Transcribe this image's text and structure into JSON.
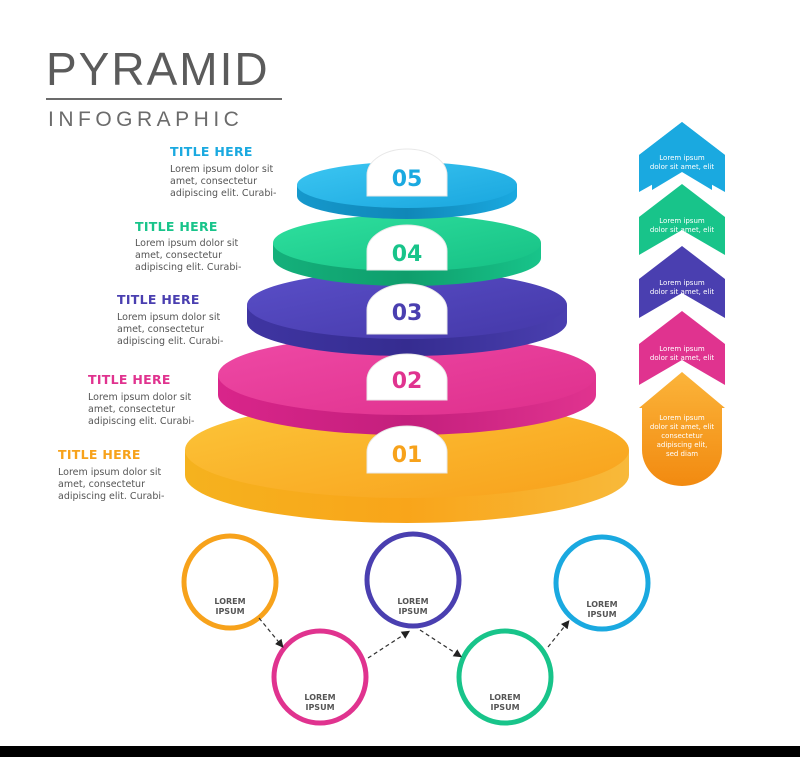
{
  "header": {
    "title": "PYRAMID",
    "subtitle": "INFOGRAPHIC"
  },
  "levels": [
    {
      "number": "05",
      "title": "TITLE HERE",
      "body_lines": [
        "Lorem ipsum dolor sit",
        "amet, consectetur",
        "adipiscing elit. Curabi-"
      ],
      "color": "#1aa9e0"
    },
    {
      "number": "04",
      "title": "TITLE HERE",
      "body_lines": [
        "Lorem ipsum dolor sit",
        "amet, consectetur",
        "adipiscing elit. Curabi-"
      ],
      "color": "#18c48a"
    },
    {
      "number": "03",
      "title": "TITLE HERE",
      "body_lines": [
        "Lorem ipsum dolor sit",
        "amet, consectetur",
        "adipiscing elit. Curabi-"
      ],
      "color": "#4a3fb0"
    },
    {
      "number": "02",
      "title": "TITLE HERE",
      "body_lines": [
        "Lorem ipsum dolor sit",
        "amet, consectetur",
        "adipiscing elit. Curabi-"
      ],
      "color": "#e0338f"
    },
    {
      "number": "01",
      "title": "TITLE HERE",
      "body_lines": [
        "Lorem ipsum dolor sit",
        "amet, consectetur",
        "adipiscing elit. Curabi-"
      ],
      "color": "#f7a21b"
    }
  ],
  "arrows": [
    {
      "lines": [
        "Lorem ipsum",
        "dolor sit amet, elit"
      ],
      "color": "#1aa9e0"
    },
    {
      "lines": [
        "Lorem ipsum",
        "dolor sit amet, elit"
      ],
      "color": "#18c48a"
    },
    {
      "lines": [
        "Lorem ipsum",
        "dolor sit amet, elit"
      ],
      "color": "#4a3fb0"
    },
    {
      "lines": [
        "Lorem ipsum",
        "dolor sit amet, elit"
      ],
      "color": "#e0338f"
    },
    {
      "lines": [
        "Lorem ipsum",
        "dolor sit amet, elit",
        "consectetur",
        "adipiscing elit,",
        "sed diam"
      ],
      "color": "#f7a21b"
    }
  ],
  "circles": [
    {
      "lines": [
        "LOREM",
        "IPSUM"
      ],
      "color": "#f7a21b"
    },
    {
      "lines": [
        "LOREM",
        "IPSUM"
      ],
      "color": "#e0338f"
    },
    {
      "lines": [
        "LOREM",
        "IPSUM"
      ],
      "color": "#4a3fb0"
    },
    {
      "lines": [
        "LOREM",
        "IPSUM"
      ],
      "color": "#18c48a"
    },
    {
      "lines": [
        "LOREM",
        "IPSUM"
      ],
      "color": "#1aa9e0"
    }
  ]
}
